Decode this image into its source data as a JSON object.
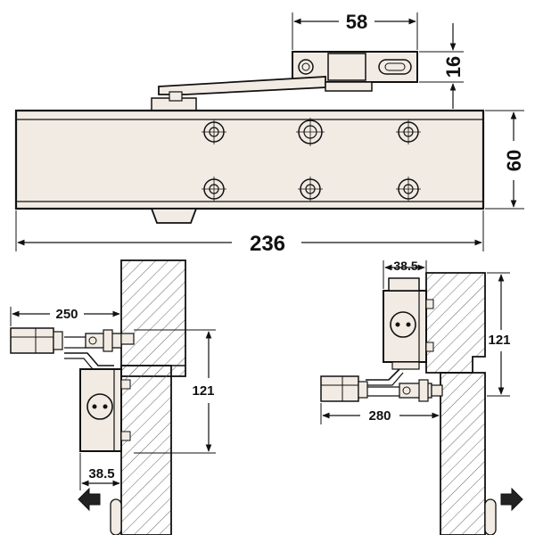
{
  "dimensions": {
    "arm_plate_width": "58",
    "arm_plate_height": "16",
    "body_height": "60",
    "body_length": "236",
    "left_clearance": "250",
    "left_vertical": "121",
    "left_offset": "38.5",
    "right_offset": "38.5",
    "right_vertical": "121",
    "right_clearance": "280"
  },
  "colors": {
    "line": "#111111",
    "body_fill": "#f2ebe4",
    "wall_fill": "#ffffff",
    "hatch": "#555555",
    "arrow_fill": "#222222"
  },
  "icons": {
    "left_arrow": "arrow-left-icon",
    "right_arrow": "arrow-right-icon"
  }
}
